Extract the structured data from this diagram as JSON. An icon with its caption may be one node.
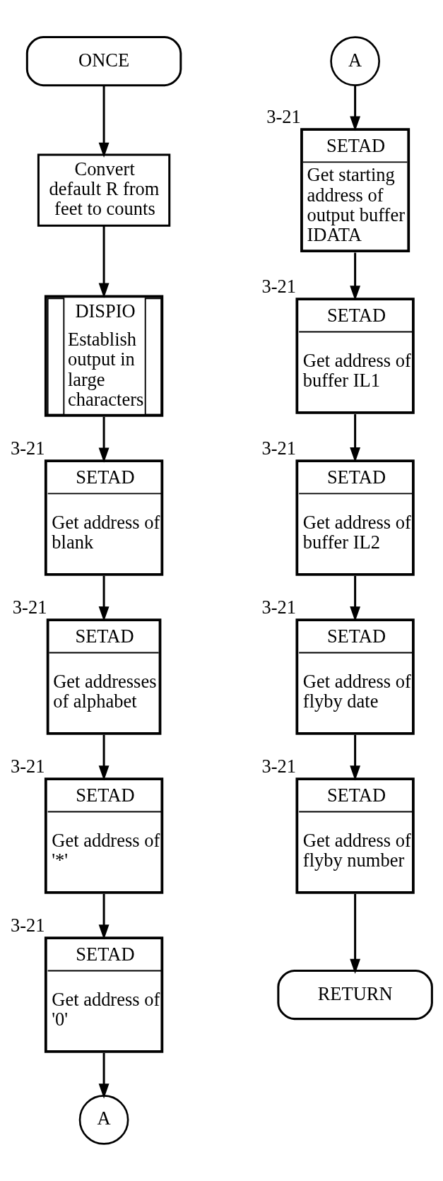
{
  "diagram": {
    "nodes": [
      {
        "text": [
          "ONCE"
        ]
      },
      {
        "text": [
          "Convert default R from feet to counts"
        ]
      },
      {
        "text": [
          "DISPIO",
          "Establish output in large characters"
        ]
      },
      {
        "text": [
          "SETAD",
          "Get address of blank"
        ],
        "beside": [
          "3-21"
        ]
      },
      {
        "text": [
          "SETAD",
          "Get addresses of alphabet"
        ],
        "beside": [
          "3-21"
        ]
      },
      {
        "text": [
          "SETAD",
          "Get address of '*'"
        ],
        "beside": [
          "3-21"
        ]
      },
      {
        "text": [
          "SETAD",
          "Get address of '0'"
        ],
        "beside": [
          "3-21"
        ]
      },
      {
        "text": [
          "A"
        ]
      },
      {
        "text": [
          "A"
        ]
      },
      {
        "text": [
          "SETAD",
          "Get starting address of output buffer IDATA"
        ],
        "beside": [
          "3-21"
        ]
      },
      {
        "text": [
          "SETAD",
          "Get address of buffer IL1"
        ],
        "beside": [
          "3-21"
        ]
      },
      {
        "text": [
          "SETAD",
          "Get address of buffer IL2"
        ],
        "beside": [
          "3-21"
        ]
      },
      {
        "text": [
          "SETAD",
          "Get address of flyby date"
        ],
        "beside": [
          "3-21"
        ]
      },
      {
        "text": [
          "SETAD",
          "Get address of flyby number"
        ],
        "beside": [
          "3-21"
        ]
      },
      {
        "text": [
          "RETURN"
        ]
      }
    ],
    "edges": [
      {
        "from": 0,
        "to": 1,
        "arrow": "to"
      },
      {
        "from": 1,
        "to": 2,
        "arrow": "to"
      },
      {
        "from": 2,
        "to": 3,
        "arrow": "to"
      },
      {
        "from": 3,
        "to": 4,
        "arrow": "to"
      },
      {
        "from": 4,
        "to": 5,
        "arrow": "to"
      },
      {
        "from": 5,
        "to": 6,
        "arrow": "to"
      },
      {
        "from": 6,
        "to": 7,
        "arrow": "to"
      },
      {
        "from": 8,
        "to": 9,
        "arrow": "to"
      },
      {
        "from": 9,
        "to": 10,
        "arrow": "to"
      },
      {
        "from": 10,
        "to": 11,
        "arrow": "to"
      },
      {
        "from": 11,
        "to": 12,
        "arrow": "to"
      },
      {
        "from": 12,
        "to": 13,
        "arrow": "to"
      },
      {
        "from": 13,
        "to": 14,
        "arrow": "to"
      }
    ]
  }
}
